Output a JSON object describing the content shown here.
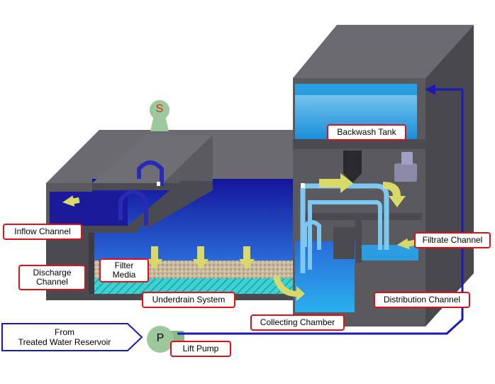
{
  "labels": {
    "backwash_tank": "Backwash Tank",
    "inflow_channel": "Inflow Channel",
    "filtrate_channel": "Filtrate Channel",
    "discharge_channel_l1": "Discharge",
    "discharge_channel_l2": "Channel",
    "filter_media_l1": "Filter",
    "filter_media_l2": "Media",
    "underdrain_system": "Underdrain System",
    "distribution_channel": "Distribution Channel",
    "collecting_chamber": "Collecting Chamber",
    "treated_water_reservoir_l1": "From",
    "treated_water_reservoir_l2": "Treated Water Reservoir",
    "lift_pump": "Lift Pump"
  },
  "symbols": {
    "siphon_valve": "S",
    "pump": "P"
  },
  "colors": {
    "concrete": "#5a5a5e",
    "concrete_dark": "#3c3c40",
    "concrete_light": "#707076",
    "water_dark": "#1c1c9c",
    "water_light": "#2aa8e8",
    "pipe_light": "#7cc8f0",
    "flow_arrow": "#d9d96a",
    "label_border": "#e0101a",
    "reservoir_border": "#1a1aa0",
    "pump_green": "#9cc89c"
  }
}
